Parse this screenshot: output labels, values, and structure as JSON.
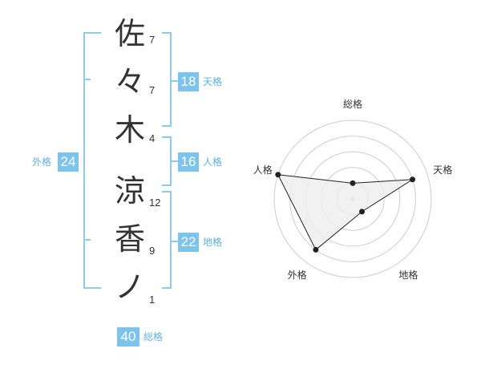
{
  "name_chars": [
    {
      "char": "佐",
      "strokes": "7"
    },
    {
      "char": "々",
      "strokes": "7"
    },
    {
      "char": "木",
      "strokes": "4"
    },
    {
      "char": "涼",
      "strokes": "12"
    },
    {
      "char": "香",
      "strokes": "9"
    },
    {
      "char": "ノ",
      "strokes": "1"
    }
  ],
  "fortunes": {
    "tenkaku": {
      "value": "18",
      "label": "天格"
    },
    "jinkaku": {
      "value": "16",
      "label": "人格"
    },
    "chikaku": {
      "value": "22",
      "label": "地格"
    },
    "gaikaku": {
      "value": "24",
      "label": "外格"
    },
    "soukaku": {
      "value": "40",
      "label": "総格"
    }
  },
  "colors": {
    "accent": "#7cc4ee",
    "bracket": "#8ccbee",
    "label": "#5bb2e6",
    "radar_fill": "#efefef",
    "radar_line": "#222222",
    "grid": "#cccccc"
  },
  "chart_data": {
    "type": "radar",
    "axes": [
      "総格",
      "天格",
      "地格",
      "外格",
      "人格"
    ],
    "max": 5,
    "rings": 5,
    "values": [
      1,
      4,
      1,
      4,
      5
    ]
  }
}
